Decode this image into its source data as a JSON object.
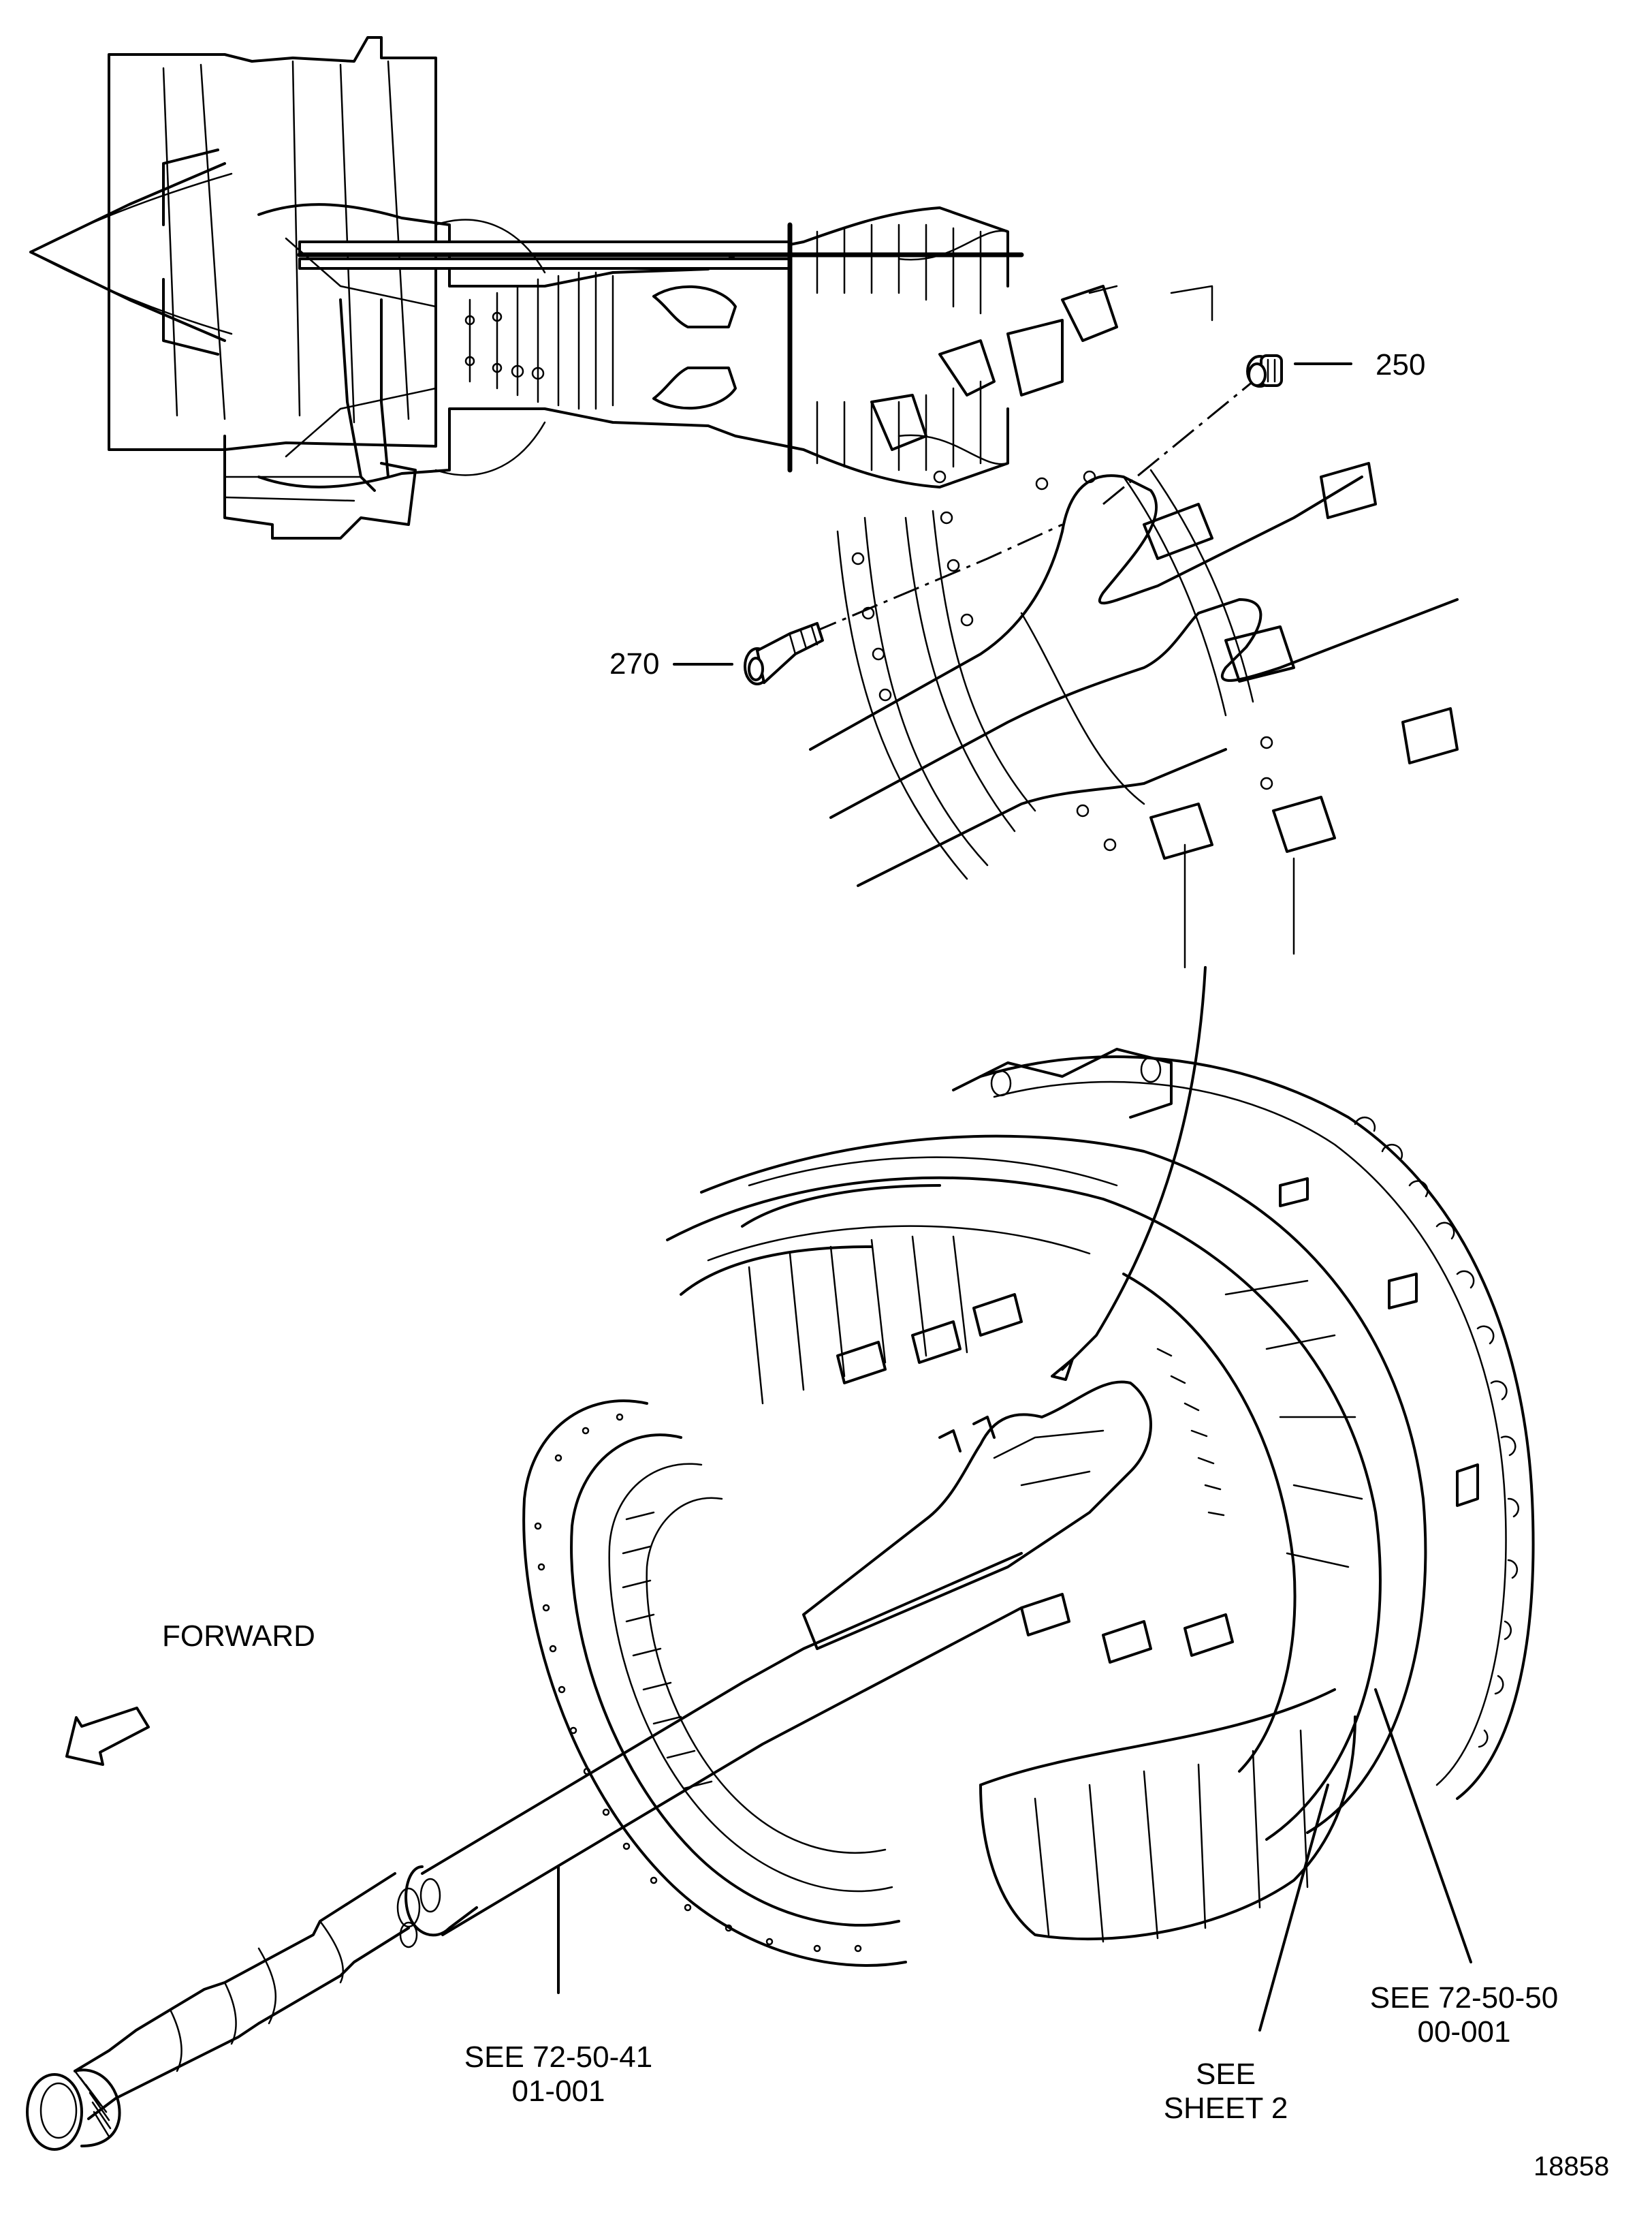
{
  "figure": {
    "title": "Engine exploded view - shaft and turbine assembly",
    "figure_number": "18858",
    "background_color": "#ffffff",
    "ink_color": "#000000"
  },
  "callouts": [
    {
      "id": "250",
      "label": "250"
    },
    {
      "id": "270",
      "label": "270"
    }
  ],
  "references": {
    "shaft": {
      "line1": "SEE 72-50-41",
      "line2": "01-001"
    },
    "sheet": {
      "line1": "SEE",
      "line2": "SHEET 2"
    },
    "module": {
      "line1": "SEE 72-50-50",
      "line2": "00-001"
    }
  },
  "orientation": {
    "label": "FORWARD",
    "arrow_icon": "outlined-arrow-down-left"
  },
  "views": [
    {
      "name": "engine-cross-section",
      "description": "Turbofan engine longitudinal section (locator view)"
    },
    {
      "name": "detail-view",
      "description": "Enlarged view of strut and mounting bolts"
    },
    {
      "name": "main-assembly",
      "description": "Exploded turbine frame assembly with low pressure shaft"
    }
  ]
}
